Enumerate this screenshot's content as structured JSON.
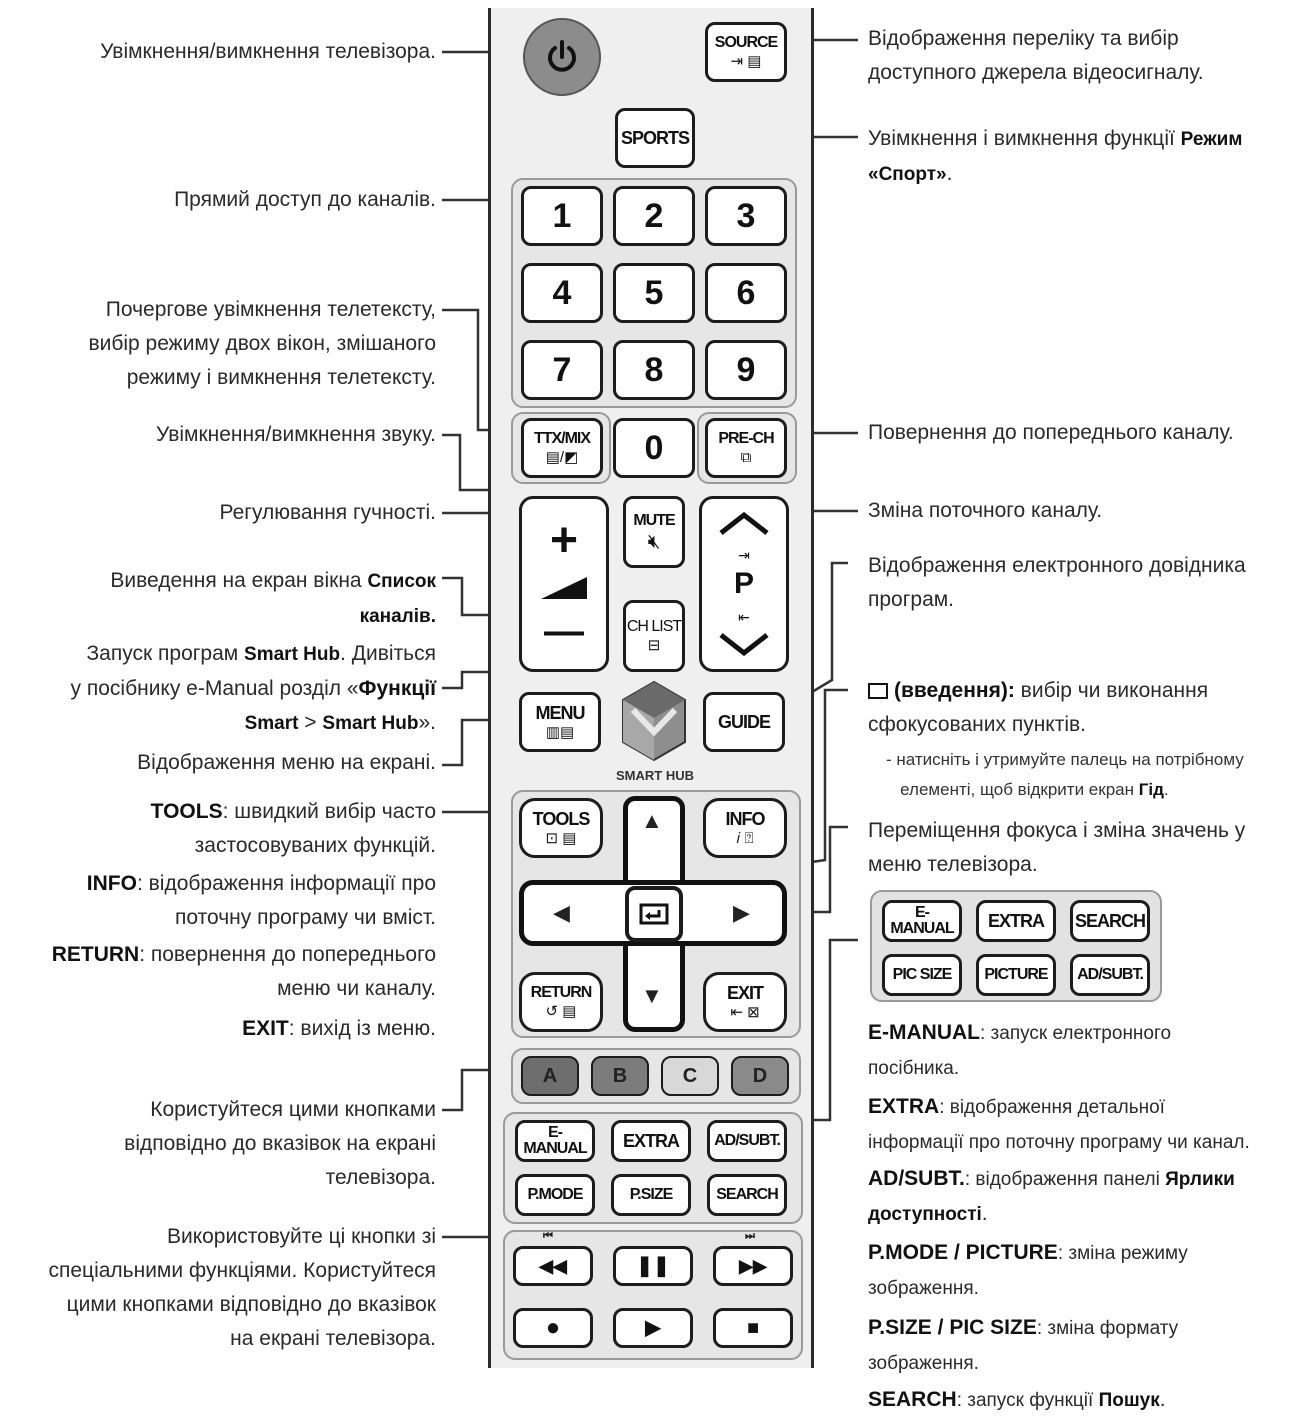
{
  "left_labels": {
    "power": "Увімкнення/вимкнення телевізора.",
    "channels_direct": "Прямий доступ до каналів.",
    "teletext_1": "Почергове увімкнення телетексту,",
    "teletext_2": "вибір режиму двох вікон, змішаного",
    "teletext_3": "режиму і вимкнення телетексту.",
    "mute": "Увімкнення/вимкнення звуку.",
    "volume": "Регулювання гучності.",
    "chlist_1": "Виведення на екран вікна ",
    "chlist_1b": "Список",
    "chlist_2": "каналів.",
    "smarthub_1a": "Запуск програм ",
    "smarthub_1b": "Smart Hub",
    "smarthub_1c": ". Дивіться",
    "smarthub_2a": "у посібнику e-Manual розділ «",
    "smarthub_2b": "Функції",
    "smarthub_3a": "Smart",
    "smarthub_3b": " > ",
    "smarthub_3c": "Smart Hub",
    "smarthub_3d": "».",
    "menu": "Відображення меню на екрані.",
    "tools_a": "TOOLS",
    "tools_b": ": швидкий вибір часто",
    "tools_2": "застосовуваних функцій.",
    "info_a": "INFO",
    "info_b": ": відображення інформації про",
    "info_2": "поточну програму чи вміст.",
    "return_a": "RETURN",
    "return_b": ": повернення до попереднього",
    "return_2": "меню чи каналу.",
    "exit_a": "EXIT",
    "exit_b": ": вихід із меню.",
    "color_1": "Користуйтеся цими кнопками",
    "color_2": "відповідно до вказівок на екрані",
    "color_3": "телевізора.",
    "special_1": "Використовуйте ці кнопки зі",
    "special_2": "спеціальними функціями. Користуйтеся",
    "special_3": "цими кнопками відповідно до вказівок",
    "special_4": "на екрані телевізора."
  },
  "right_labels": {
    "source_1": "Відображення переліку та вибір",
    "source_2": "доступного джерела відеосигналу.",
    "sports_1": "Увімкнення і вимкнення функції ",
    "sports_1b": "Режим",
    "sports_2": "«Спорт»",
    "sports_2b": ".",
    "prech": "Повернення до попереднього каналу.",
    "channel": "Зміна поточного каналу.",
    "guide_1": "Відображення електронного довідника",
    "guide_2": "програм.",
    "enter_a": "(введення):",
    "enter_b": " вибір чи виконання",
    "enter_2": "сфокусованих пунктів.",
    "enter_sub_1": "- натисніть і утримуйте палець на потрібному",
    "enter_sub_2": "елементі, щоб відкрити екран ",
    "enter_sub_2b": "Гід",
    "enter_sub_2c": ".",
    "nav_1": "Переміщення фокуса і зміна значень у",
    "nav_2": "меню телевізора.",
    "emanual_a": "E-MANUAL",
    "emanual_b": ": запуск електронного",
    "emanual_2": "посібника.",
    "extra_a": "EXTRA",
    "extra_b": ": відображення детальної",
    "extra_2": "інформації про поточну програму чи канал.",
    "adsubt_a": "AD/SUBT.",
    "adsubt_b": ": відображення панелі ",
    "adsubt_c": "Ярлики",
    "adsubt_2": "доступності",
    "adsubt_2b": ".",
    "pmode_a": "P.MODE / PICTURE",
    "pmode_b": ": зміна режиму",
    "pmode_2": "зображення.",
    "psize_a": "P.SIZE / PIC SIZE",
    "psize_b": ": зміна формату",
    "psize_2": "зображення.",
    "search_a": "SEARCH",
    "search_b": ": запуск функції ",
    "search_c": "Пошук",
    "search_d": "."
  },
  "remote": {
    "source": "SOURCE",
    "sports": "SPORTS",
    "digits": [
      "1",
      "2",
      "3",
      "4",
      "5",
      "6",
      "7",
      "8",
      "9"
    ],
    "zero": "0",
    "ttx": "TTX/MIX",
    "prech": "PRE-CH",
    "mute": "MUTE",
    "chlist": "CH LIST",
    "vol_plus": "+",
    "vol_minus": "—",
    "p": "P",
    "menu": "MENU",
    "guide": "GUIDE",
    "smart_hub": "SMART HUB",
    "tools": "TOOLS",
    "info": "INFO",
    "return": "RETURN",
    "exit": "EXIT",
    "colors": [
      "A",
      "B",
      "C",
      "D"
    ],
    "emanual": "E-MANUAL",
    "extra": "EXTRA",
    "adsubt": "AD/SUBT.",
    "pmode": "P.MODE",
    "psize": "P.SIZE",
    "search": "SEARCH"
  },
  "alt_panel": {
    "emanual": "E-MANUAL",
    "extra": "EXTRA",
    "search": "SEARCH",
    "picsize": "PIC SIZE",
    "picture": "PICTURE",
    "adsubt": "AD/SUBT."
  },
  "colors": {
    "a": "#6e6e6e",
    "b": "#7c7c7c",
    "c": "#d8d8d8",
    "d": "#8a8a8a",
    "power": "#8c8c8c"
  }
}
